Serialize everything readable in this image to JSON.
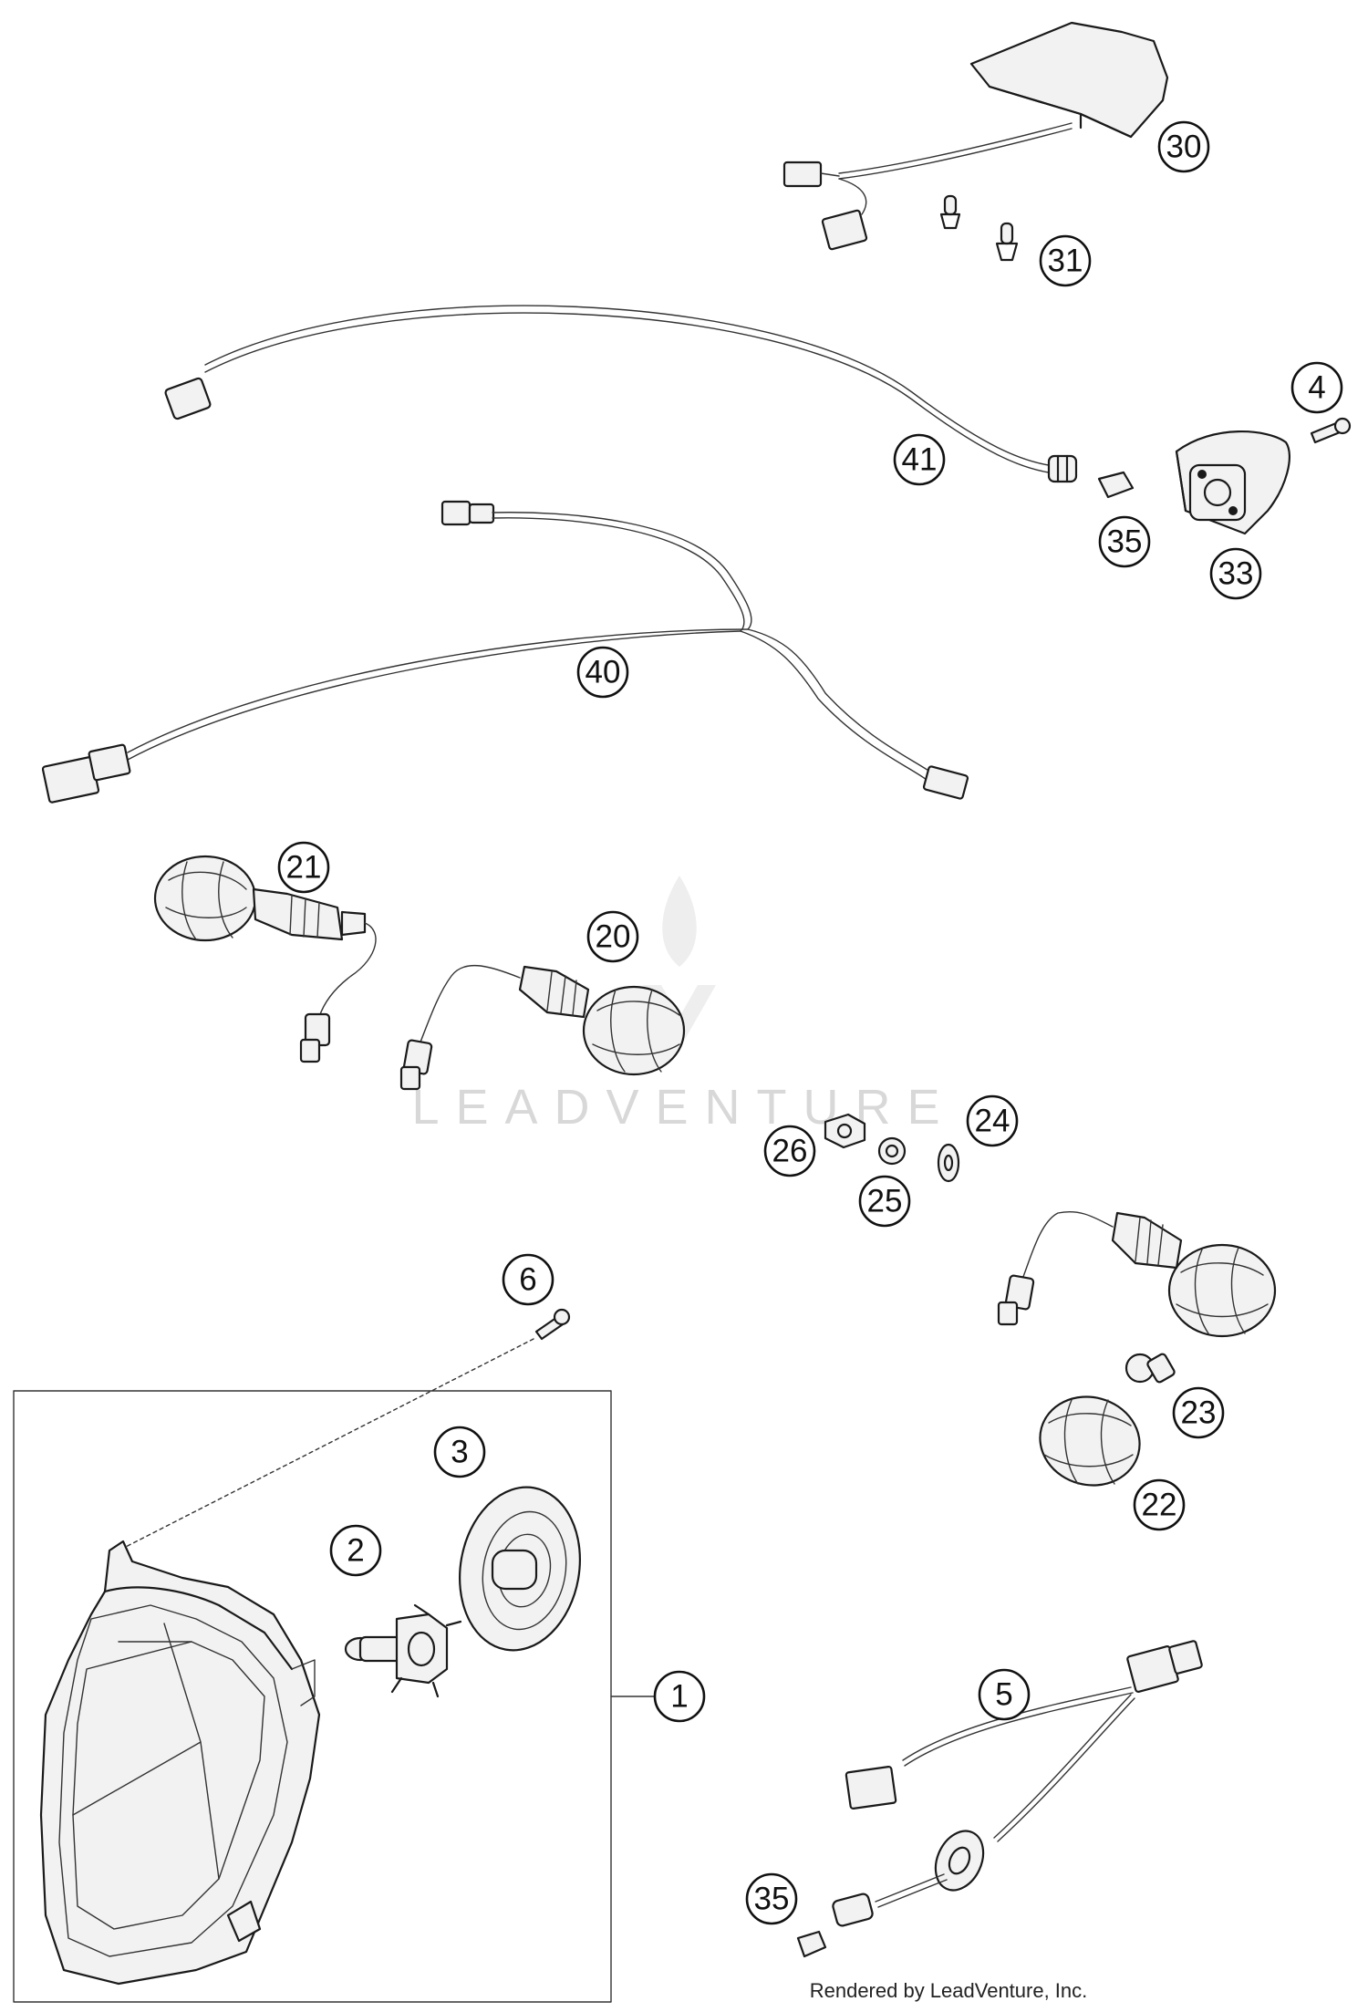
{
  "watermark": "LEADVENTURE",
  "credit": "Rendered by LeadVenture, Inc.",
  "callouts": {
    "c30": "30",
    "c31": "31",
    "c4": "4",
    "c41": "41",
    "c35a": "35",
    "c33": "33",
    "c40": "40",
    "c21": "21",
    "c20": "20",
    "c24": "24",
    "c26": "26",
    "c25": "25",
    "c6": "6",
    "c3": "3",
    "c2": "2",
    "c1": "1",
    "c23": "23",
    "c22": "22",
    "c5": "5",
    "c35b": "35"
  }
}
